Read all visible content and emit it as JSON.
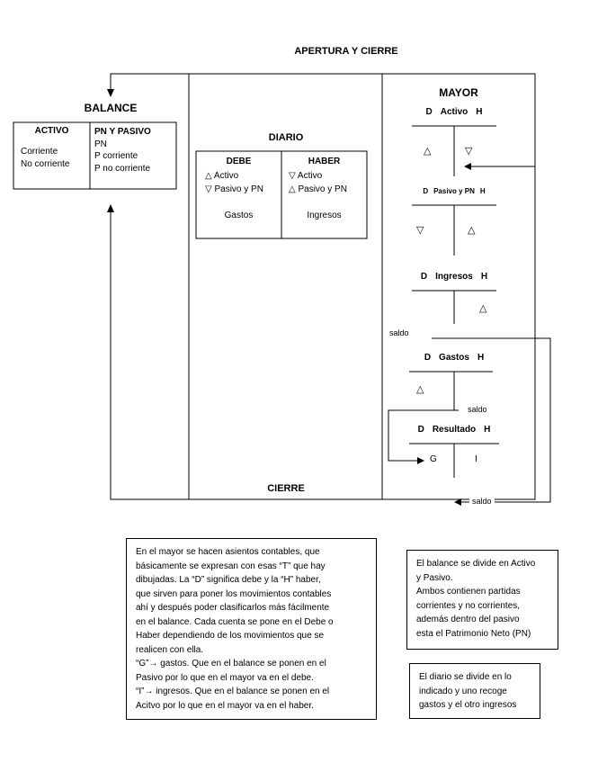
{
  "title": "APERTURA Y CIERRE",
  "balance": {
    "label": "BALANCE",
    "box": {
      "left_header": "ACTIVO",
      "left_items": [
        "Corriente",
        "No corriente"
      ],
      "right_header": "PN Y PASIVO",
      "right_items": [
        "PN",
        "P corriente",
        "P no corriente"
      ]
    }
  },
  "diario": {
    "label": "DIARIO",
    "cierre_label": "CIERRE",
    "debe": {
      "header": "DEBE",
      "items": [
        "△ Activo",
        "▽ Pasivo y PN"
      ],
      "footer": "Gastos"
    },
    "haber": {
      "header": "HABER",
      "items": [
        "▽ Activo",
        "△ Pasivo y PN"
      ],
      "footer": "Ingresos"
    }
  },
  "mayor": {
    "label": "MAYOR",
    "accounts": [
      {
        "d": "D",
        "name": "Activo",
        "h": "H",
        "left": "△",
        "right": "▽"
      },
      {
        "d": "D",
        "name": "Pasivo y PN",
        "h": "H",
        "left": "▽",
        "right": "△"
      },
      {
        "d": "D",
        "name": "Ingresos",
        "h": "H",
        "right": "△",
        "saldo": "saldo"
      },
      {
        "d": "D",
        "name": "Gastos",
        "h": "H",
        "left": "△",
        "saldo": "saldo"
      },
      {
        "d": "D",
        "name": "Resultado",
        "h": "H",
        "left": "G",
        "right": "I"
      }
    ],
    "bottom_saldo": "saldo"
  },
  "notes": {
    "mayor_note": "En el mayor se hacen asientos contables, que\nbásicamente se expresan con esas “T” que hay\ndibujadas. La “D” significa debe y la “H” haber,\nque sirven para poner los movimientos contables\nahí y después poder clasificarlos más fácilmente\nen el balance. Cada cuenta se pone en el Debe o\nHaber dependiendo de los movimientos que se\nrealicen con ella.\n“G”→ gastos. Que en el balance se ponen en el\nPasivo por lo que en el mayor va en el debe.\n“I”→ ingresos. Que en el balance se ponen en el\nAcitvo por lo que en el mayor va en el haber.",
    "balance_note": "El balance se divide en Activo\ny Pasivo.\nAmbos contienen partidas\ncorrientes y no corrientes,\nademás dentro del pasivo\nesta el Patrimonio Neto (PN)",
    "diario_note": "El diario se divide en lo\nindicado y uno recoge\ngastos y el otro ingresos"
  },
  "colors": {
    "ink": "#000000",
    "paper": "#ffffff"
  }
}
